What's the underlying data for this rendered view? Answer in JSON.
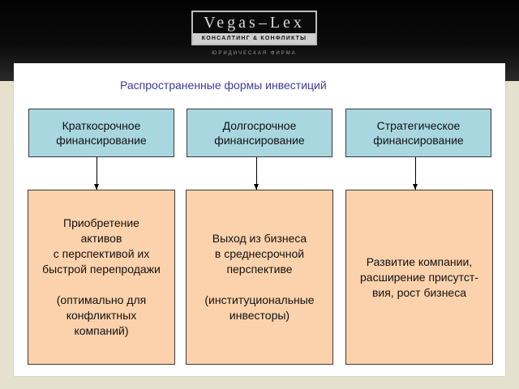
{
  "header": {
    "logo_main": "Vegas–Lex",
    "logo_sub": "КОНСАЛТИНГ & КОНФЛИКТЫ",
    "tagline": "ЮРИДИЧЕСКАЯ ФИРМА"
  },
  "diagram": {
    "title": "Распространенные формы инвестиций",
    "columns": [
      {
        "top": "Краткосрочное\nфинансирование",
        "bottom": "Приобретение\nактивов\nс перспективой их\nбыстрой перепродажи\n\n(оптимально для\nконфликтных\nкомпаний)"
      },
      {
        "top": "Долгосрочное\nфинансирование",
        "bottom": "Выход из бизнеса\nв среднесрочной\nперспективе\n\n(институциональные\nинвесторы)"
      },
      {
        "top": "Стратегическое\nфинансирование",
        "bottom": "Развитие компании,\nрасширение присутст-\nвия, рост бизнеса"
      }
    ]
  }
}
